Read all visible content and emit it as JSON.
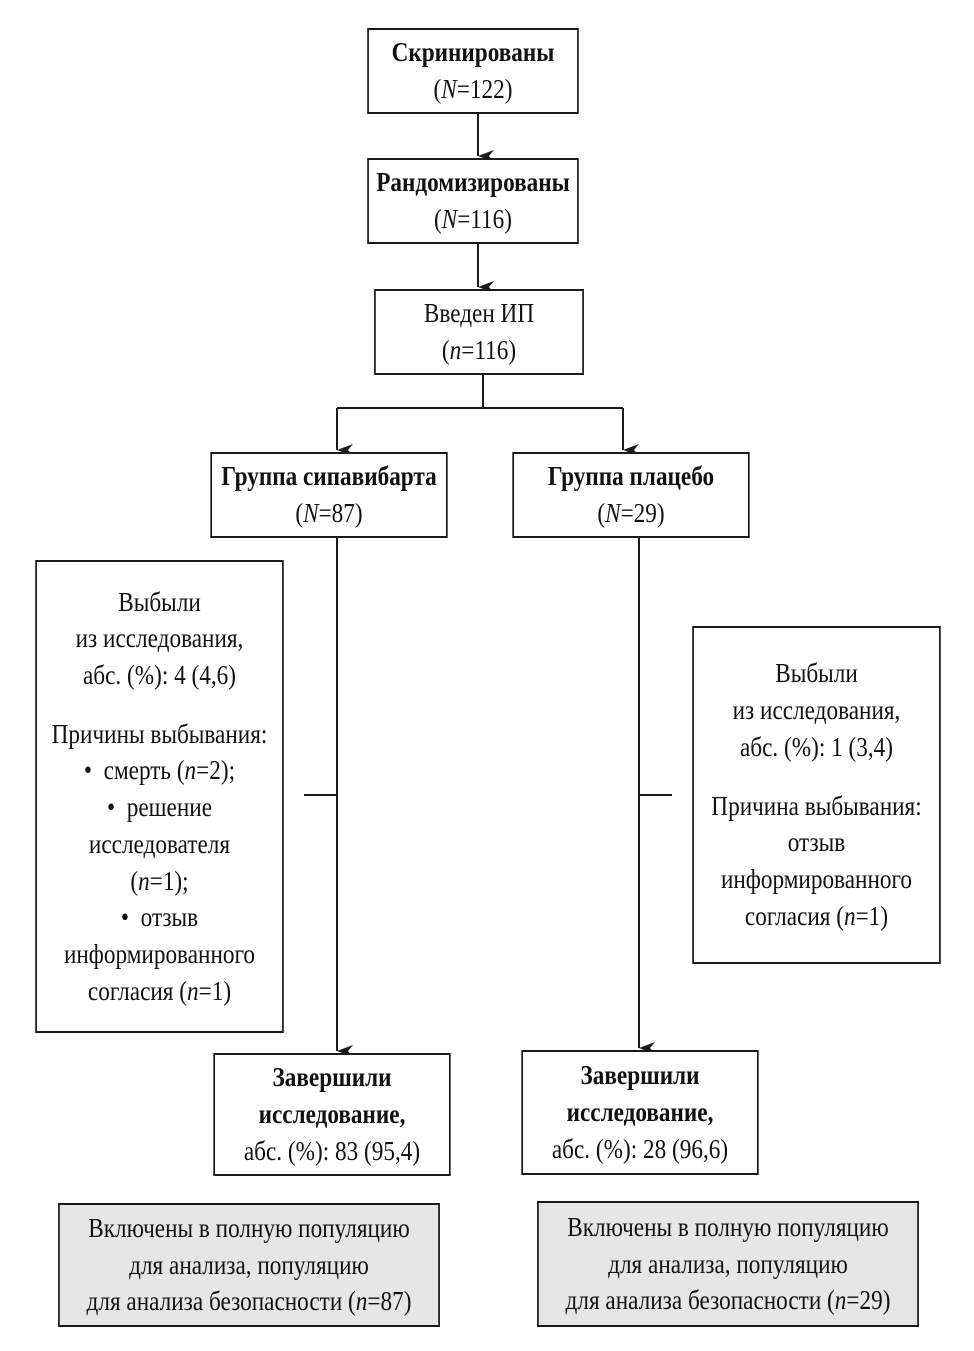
{
  "flowchart": {
    "screened": {
      "title": "Скринированы",
      "count_prefix": "(",
      "count_var": "N",
      "count_value": "=122)"
    },
    "randomized": {
      "title": "Рандомизированы",
      "count_prefix": "(",
      "count_var": "N",
      "count_value": "=116)"
    },
    "administered": {
      "title": "Введен ИП",
      "count_prefix": "(",
      "count_var": "n",
      "count_value": "=116)"
    },
    "group_sipavibart": {
      "title": "Группа сипавибарта",
      "count_prefix": "(",
      "count_var": "N",
      "count_value": "=87)"
    },
    "group_placebo": {
      "title": "Группа плацебо",
      "count_prefix": "(",
      "count_var": "N",
      "count_value": "=29)"
    },
    "dropout_sipavibart": {
      "line1": "Выбыли",
      "line2": "из исследования,",
      "line3": "абс. (%): 4 (4,6)",
      "reasons_title": "Причины выбывания:",
      "r1_text": "смерть (",
      "r1_var": "n",
      "r1_value": "=2);",
      "r2_line1": "решение",
      "r2_line2": "исследователя",
      "r2_line3_prefix": "(",
      "r2_line3_var": "n",
      "r2_line3_value": "=1);",
      "r3_line1": "отзыв",
      "r3_line2": "информированного",
      "r3_line3_prefix": "согласия (",
      "r3_line3_var": "n",
      "r3_line3_value": "=1)"
    },
    "dropout_placebo": {
      "line1": "Выбыли",
      "line2": "из исследования,",
      "line3": "абс. (%): 1 (3,4)",
      "reason_title": "Причина выбывания:",
      "r_line1": "отзыв",
      "r_line2": "информированного",
      "r_line3_prefix": "согласия (",
      "r_line3_var": "n",
      "r_line3_value": "=1)"
    },
    "completed_sipavibart": {
      "line1": "Завершили",
      "line2": "исследование,",
      "line3": "абс. (%): 83 (95,4)"
    },
    "completed_placebo": {
      "line1": "Завершили",
      "line2": "исследование,",
      "line3": "абс. (%): 28 (96,6)"
    },
    "population_sipavibart": {
      "line1": "Включены в полную популяцию",
      "line2": "для анализа, популяцию",
      "line3_prefix": "для анализа безопасности (",
      "line3_var": "n",
      "line3_value": "=87)"
    },
    "population_placebo": {
      "line1": "Включены в полную популяцию",
      "line2": "для анализа, популяцию",
      "line3_prefix": "для анализа безопасности (",
      "line3_var": "n",
      "line3_value": "=29)"
    }
  },
  "colors": {
    "line": "#1a1a1a",
    "shaded_box": "#e6e6e6"
  }
}
